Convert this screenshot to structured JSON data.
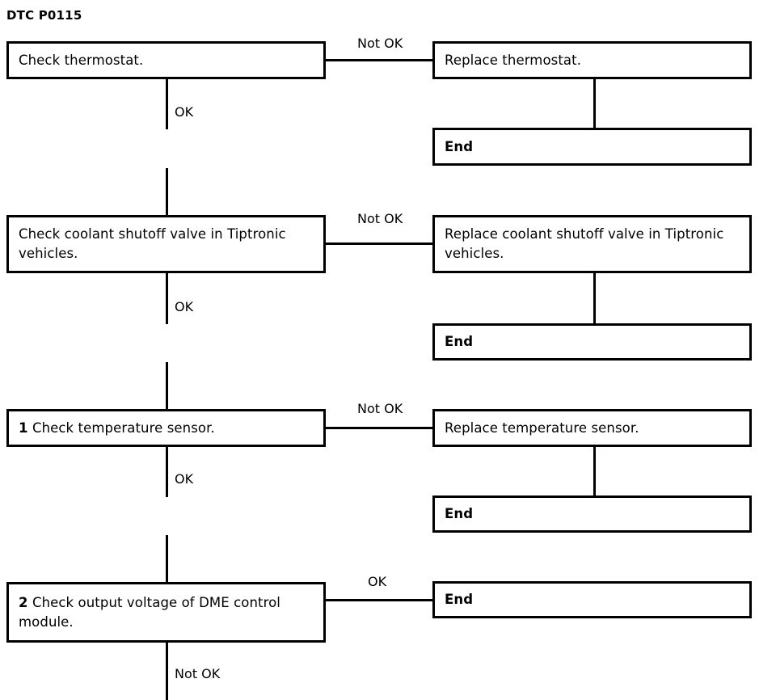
{
  "diagram": {
    "title": "DTC P0115",
    "type": "flowchart",
    "orientation": "top-to-bottom with right branches",
    "colors": {
      "background": "#ffffff",
      "stroke": "#000000",
      "text": "#000000"
    },
    "nodes": [
      {
        "id": "check-thermostat",
        "step": "",
        "text": "Check thermostat.",
        "kind": "process"
      },
      {
        "id": "replace-thermostat",
        "step": "",
        "text": "Replace thermostat.",
        "kind": "process"
      },
      {
        "id": "end-1",
        "step": "",
        "text": "End",
        "kind": "terminal"
      },
      {
        "id": "check-coolant-valve",
        "step": "",
        "text": "Check coolant shutoff valve in Tiptronic vehicles.",
        "kind": "process"
      },
      {
        "id": "replace-coolant-valve",
        "step": "",
        "text": "Replace coolant shutoff valve in Tiptronic vehicles.",
        "kind": "process"
      },
      {
        "id": "end-2",
        "step": "",
        "text": "End",
        "kind": "terminal"
      },
      {
        "id": "check-temp-sensor",
        "step": "1",
        "text": "Check temperature sensor.",
        "kind": "process"
      },
      {
        "id": "replace-temp-sensor",
        "step": "",
        "text": "Replace temperature sensor.",
        "kind": "process"
      },
      {
        "id": "end-3",
        "step": "",
        "text": "End",
        "kind": "terminal"
      },
      {
        "id": "check-dme-voltage",
        "step": "2",
        "text": "Check output voltage of DME control module.",
        "kind": "process"
      },
      {
        "id": "end-4",
        "step": "",
        "text": "End",
        "kind": "terminal"
      }
    ],
    "edge_labels": {
      "not_ok_1": "Not OK",
      "ok_1": "OK",
      "not_ok_2": "Not OK",
      "ok_2": "OK",
      "not_ok_3": "Not OK",
      "ok_3": "OK",
      "ok_4": "OK",
      "not_ok_4": "Not OK"
    }
  }
}
